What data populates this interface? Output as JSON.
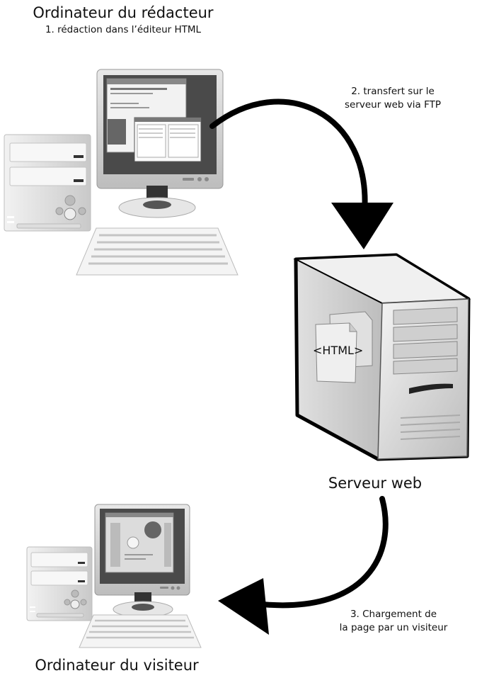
{
  "labels": {
    "redacteur_title": "Ordinateur du rédacteur",
    "redacteur_step": "1. rédaction dans l’éditeur HTML",
    "transfer_line1": "2. transfert sur le",
    "transfer_line2": "serveur web via FTP",
    "server_title": "Serveur web",
    "html_tag": "<HTML>",
    "load_line1": "3. Chargement de",
    "load_line2": "la page par un visiteur",
    "visiteur_title": "Ordinateur du visiteur"
  },
  "icons": {
    "author_computer": "desktop-computer-icon",
    "server": "server-tower-icon",
    "visitor_computer": "desktop-computer-icon",
    "document": "html-document-icon"
  },
  "colors": {
    "arrow": "#000000",
    "device_light": "#e4e4e4",
    "screen": "#4a4a4a"
  }
}
